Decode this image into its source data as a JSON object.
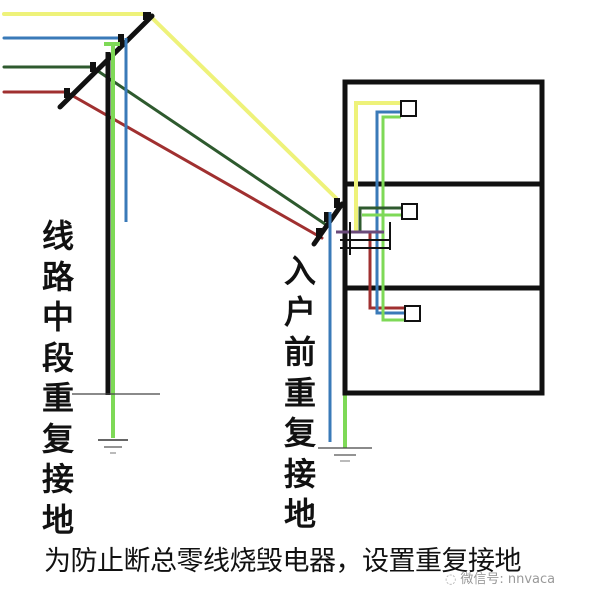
{
  "labels": {
    "midline": [
      "线",
      "路",
      "中",
      "段",
      "重",
      "复",
      "接",
      "地"
    ],
    "entrance": [
      "入",
      "户",
      "前",
      "重",
      "复",
      "接",
      "地"
    ]
  },
  "caption": "为防止断总零线烧毁电器，设置重复接地",
  "watermark": {
    "icon": "wechat-icon",
    "text": "微信号: nnvaca"
  },
  "wire_colors": {
    "phase_L1_yellow": "#f0f070",
    "phase_L2_green": "#2e5a2e",
    "phase_L3_red": "#a03030",
    "neutral_blue": "#3a7ab8",
    "protective_earth": "#7ed957",
    "structure_black": "#111111"
  },
  "diagram": {
    "house_floors": 3,
    "loads_per_floor": 1,
    "grounding_points": [
      "line-midsection",
      "before-house-entrance"
    ]
  }
}
